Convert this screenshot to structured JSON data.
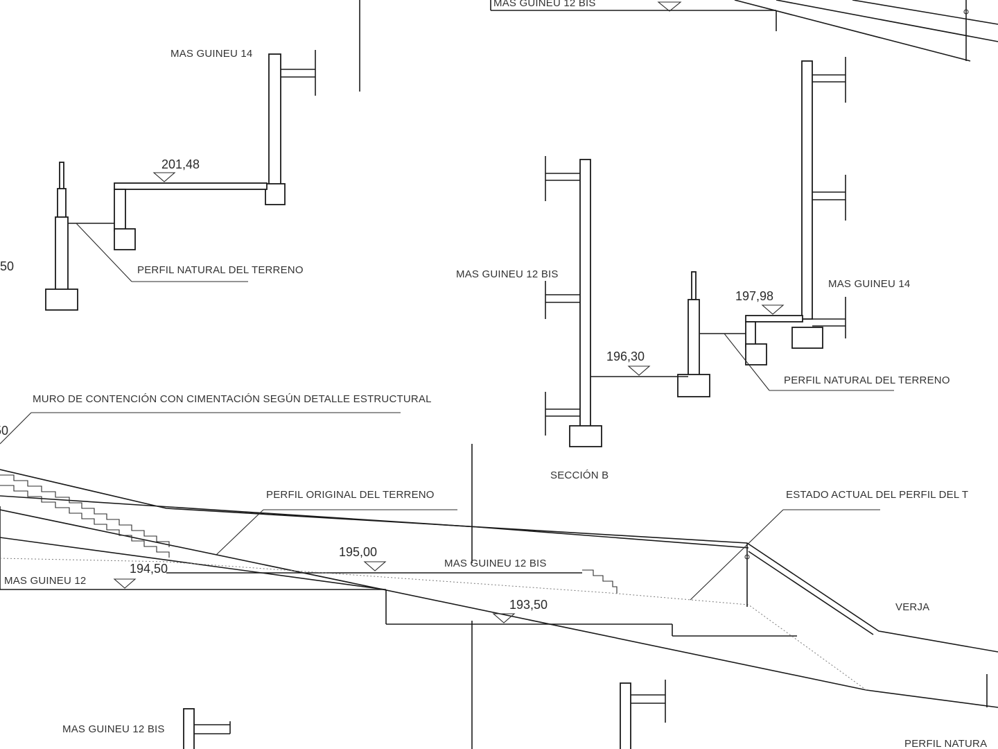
{
  "labels": {
    "mas_guineu_12_bis_top": "MAS GUINEU 12 BIS",
    "mas_guineu_14_left": "MAS GUINEU 14",
    "perfil_natural_left": "PERFIL NATURAL DEL TERRENO",
    "mas_guineu_12_bis_mid": "MAS GUINEU 12 BIS",
    "mas_guineu_14_right": "MAS GUINEU 14",
    "perfil_natural_right": "PERFIL NATURAL DEL TERRENO",
    "seccion_b": "SECCIÓN B",
    "muro_contencion": "MURO DE CONTENCIÓN CON CIMENTACIÓN SEGÚN DETALLE ESTRUCTURAL",
    "perfil_original": "PERFIL ORIGINAL DEL TERRENO",
    "estado_actual": "ESTADO ACTUAL DEL PERFIL DEL T",
    "mas_guineu_12_bis_low": "MAS GUINEU 12 BIS",
    "mas_guineu_12": "MAS GUINEU 12",
    "verja": "VERJA",
    "mas_guineu_12_bis_bottom": "MAS GUINEU 12 BIS",
    "perfil_natural_bottom": "PERFIL NATURA"
  },
  "elevations": {
    "e201_48": "201,48",
    "e197_98": "197,98",
    "e196_30": "196,30",
    "e195_00": "195,00",
    "e194_50": "194,50",
    "e193_50": "193,50",
    "edge_50_top": "50",
    "edge_50_mid": "50"
  }
}
